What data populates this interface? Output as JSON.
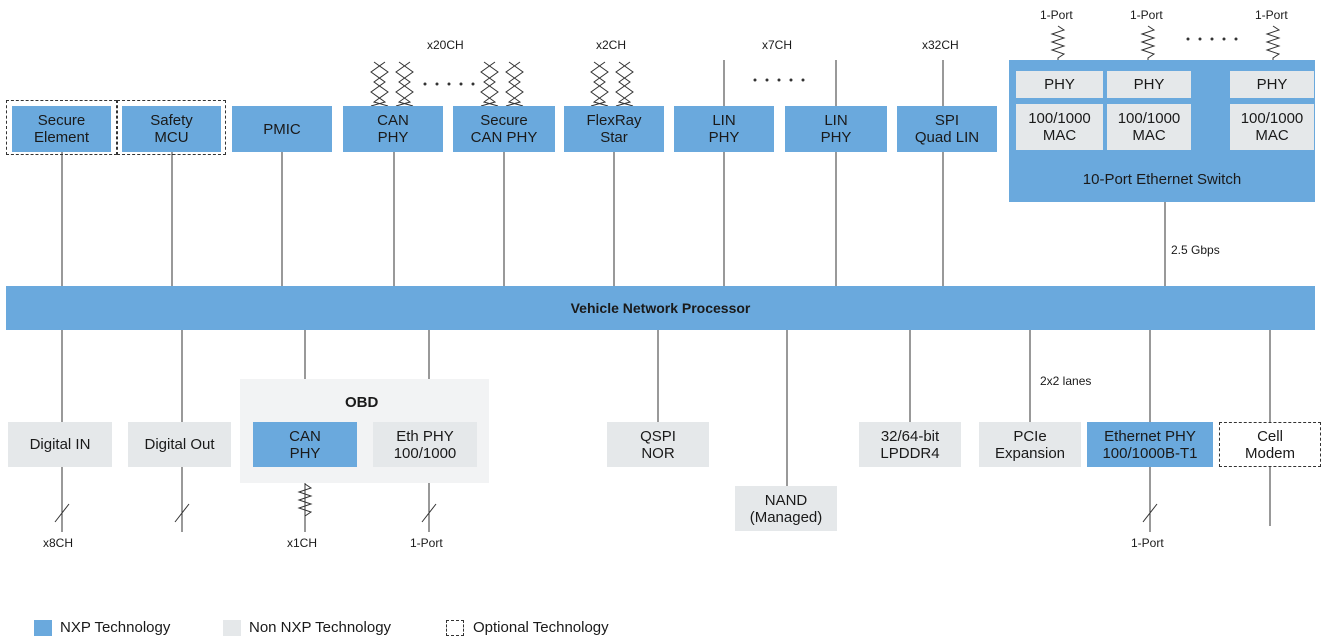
{
  "diagram": {
    "top_nodes": {
      "secure_element": [
        "Secure",
        "Element"
      ],
      "safety_mcu": [
        "Safety",
        "MCU"
      ],
      "pmic": "PMIC",
      "can_phy": [
        "CAN",
        "PHY"
      ],
      "secure_can_phy": [
        "Secure",
        "CAN PHY"
      ],
      "flexray_star": [
        "FlexRay",
        "Star"
      ],
      "lin_phy_1": [
        "LIN",
        "PHY"
      ],
      "lin_phy_2": [
        "LIN",
        "PHY"
      ],
      "spi_quad_lin": [
        "SPI",
        "Quad LIN"
      ]
    },
    "channel_labels": {
      "can": "x20CH",
      "flexray": "x2CH",
      "lin": "x7CH",
      "spi": "x32CH"
    },
    "switch": {
      "title": "10-Port Ethernet Switch",
      "phy_label": "PHY",
      "mac_label": [
        "100/1000",
        "MAC"
      ],
      "port_label": "1-Port",
      "uplink_speed": "2.5 Gbps"
    },
    "processor": "Vehicle Network Processor",
    "bottom_nodes": {
      "digital_in": "Digital IN",
      "digital_out": "Digital Out",
      "obd_title": "OBD",
      "obd_can_phy": [
        "CAN",
        "PHY"
      ],
      "obd_eth_phy": [
        "Eth PHY",
        "100/1000"
      ],
      "qspi_nor": [
        "QSPI",
        "NOR"
      ],
      "nand": [
        "NAND",
        "(Managed)"
      ],
      "lpddr4": [
        "32/64-bit",
        "LPDDR4"
      ],
      "pcie": [
        "PCIe",
        "Expansion"
      ],
      "ethernet_phy": [
        "Ethernet PHY",
        "100/1000B-T1"
      ],
      "cell_modem": [
        "Cell",
        "Modem"
      ]
    },
    "bottom_labels": {
      "digital_in": "x8CH",
      "obd_can": "x1CH",
      "obd_eth": "1-Port",
      "pcie_lanes": "2x2 lanes",
      "eth_phy_port": "1-Port"
    }
  },
  "legend": {
    "nxp": "NXP Technology",
    "non_nxp": "Non NXP Technology",
    "optional": "Optional Technology"
  },
  "colors": {
    "nxp": "#6aa9dd",
    "non_nxp": "#e5e8ea",
    "obd_panel": "#f2f3f4",
    "line": "#333333"
  }
}
